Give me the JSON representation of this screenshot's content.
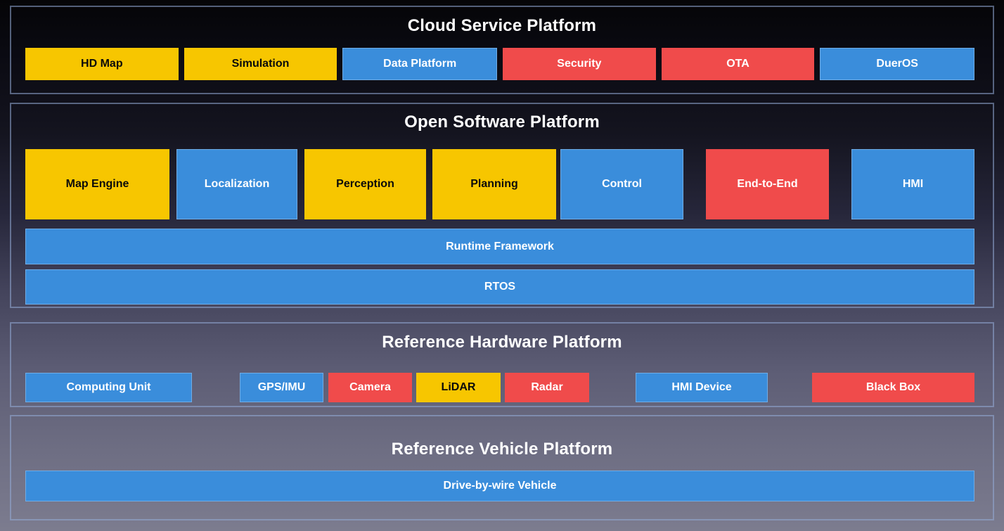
{
  "palette": {
    "yellow": "#f7c600",
    "blue": "#3a8ddb",
    "red": "#f04b4b",
    "panel_border": "#94acd7",
    "title_color": "#ffffff",
    "background_top": "#050507",
    "background_bottom": "#7c7c8f"
  },
  "sections": [
    {
      "title": "Cloud Service Platform",
      "items": [
        {
          "label": "HD Map",
          "color": "yellow"
        },
        {
          "label": "Simulation",
          "color": "yellow"
        },
        {
          "label": "Data Platform",
          "color": "blue"
        },
        {
          "label": "Security",
          "color": "red"
        },
        {
          "label": "OTA",
          "color": "red"
        },
        {
          "label": "DuerOS",
          "color": "blue"
        }
      ]
    },
    {
      "title": "Open Software Platform",
      "items": [
        {
          "label": "Map Engine",
          "color": "yellow"
        },
        {
          "label": "Localization",
          "color": "blue"
        },
        {
          "label": "Perception",
          "color": "yellow"
        },
        {
          "label": "Planning",
          "color": "yellow"
        },
        {
          "label": "Control",
          "color": "blue"
        },
        {
          "label": "End-to-End",
          "color": "red"
        },
        {
          "label": "HMI",
          "color": "blue"
        }
      ],
      "bars": [
        {
          "label": "Runtime Framework",
          "color": "blue"
        },
        {
          "label": "RTOS",
          "color": "blue"
        }
      ]
    },
    {
      "title": "Reference Hardware Platform",
      "items": [
        {
          "label": "Computing Unit",
          "color": "blue"
        },
        {
          "label": "GPS/IMU",
          "color": "blue"
        },
        {
          "label": "Camera",
          "color": "red"
        },
        {
          "label": "LiDAR",
          "color": "yellow"
        },
        {
          "label": "Radar",
          "color": "red"
        },
        {
          "label": "HMI Device",
          "color": "blue"
        },
        {
          "label": "Black Box",
          "color": "red"
        }
      ]
    },
    {
      "title": "Reference Vehicle Platform",
      "bars": [
        {
          "label": "Drive-by-wire Vehicle",
          "color": "blue"
        }
      ]
    }
  ]
}
